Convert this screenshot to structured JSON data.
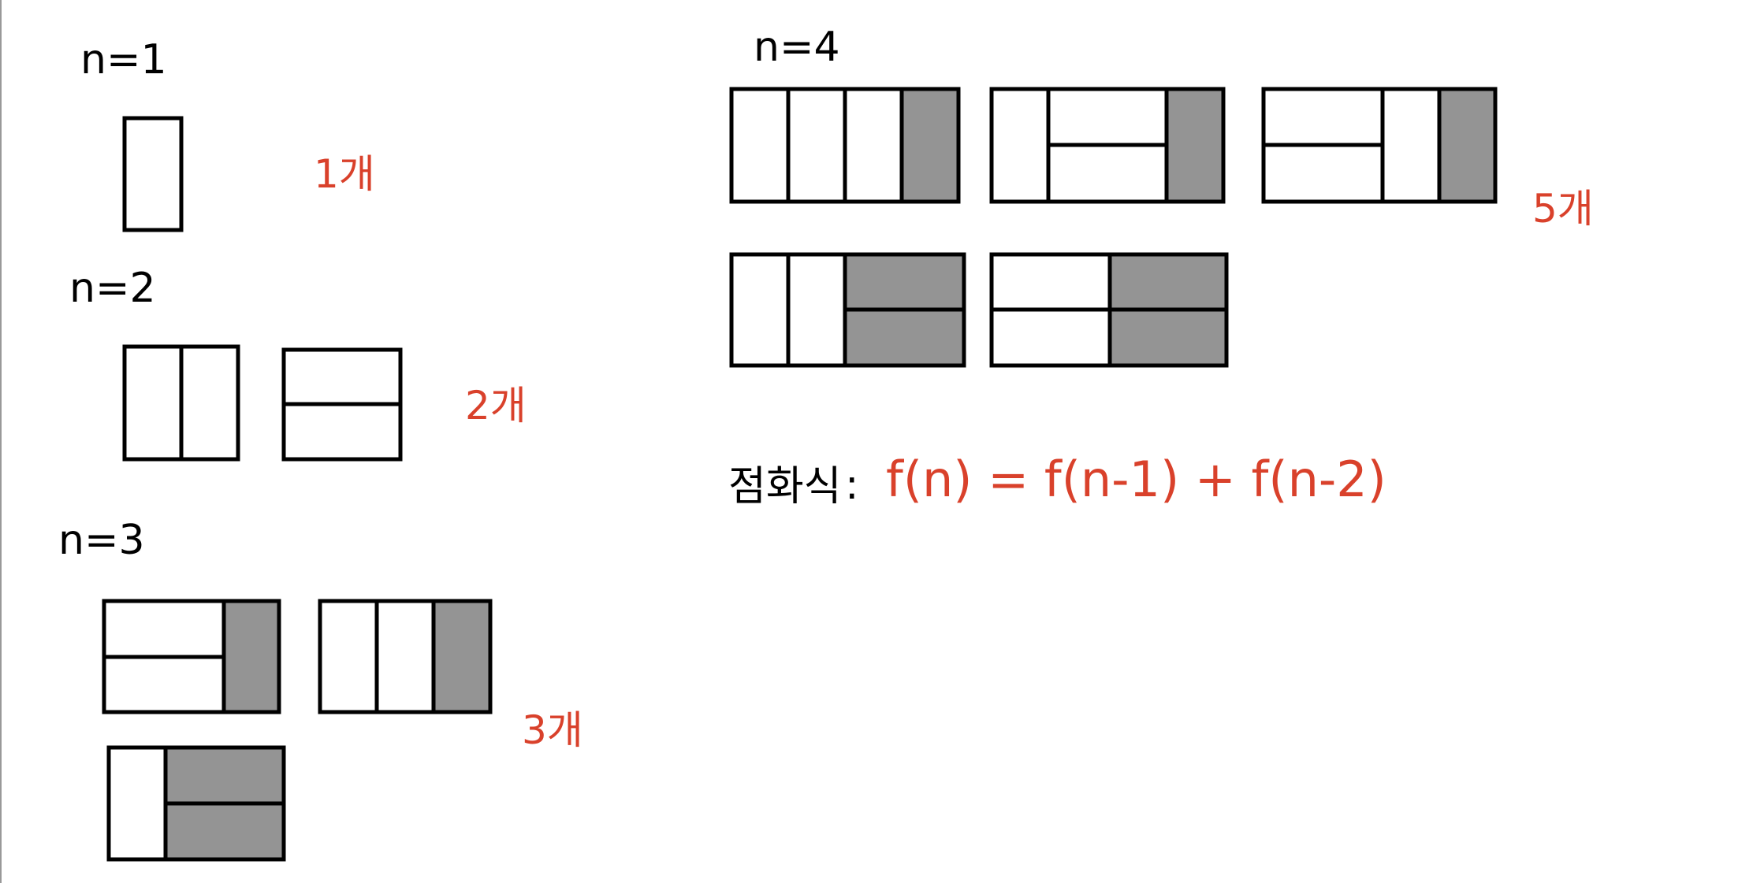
{
  "colors": {
    "ink": "#000000",
    "accent": "#d9412b",
    "shade": "#949494",
    "paper": "#ffffff"
  },
  "groups": [
    {
      "label": "n=1",
      "count": "1개"
    },
    {
      "label": "n=2",
      "count": "2개"
    },
    {
      "label": "n=3",
      "count": "3개"
    },
    {
      "label": "n=4",
      "count": "5개"
    }
  ],
  "formula": {
    "label": "점화식",
    "colon": ":",
    "expression": "f(n) = f(n-1) + f(n-2)"
  }
}
